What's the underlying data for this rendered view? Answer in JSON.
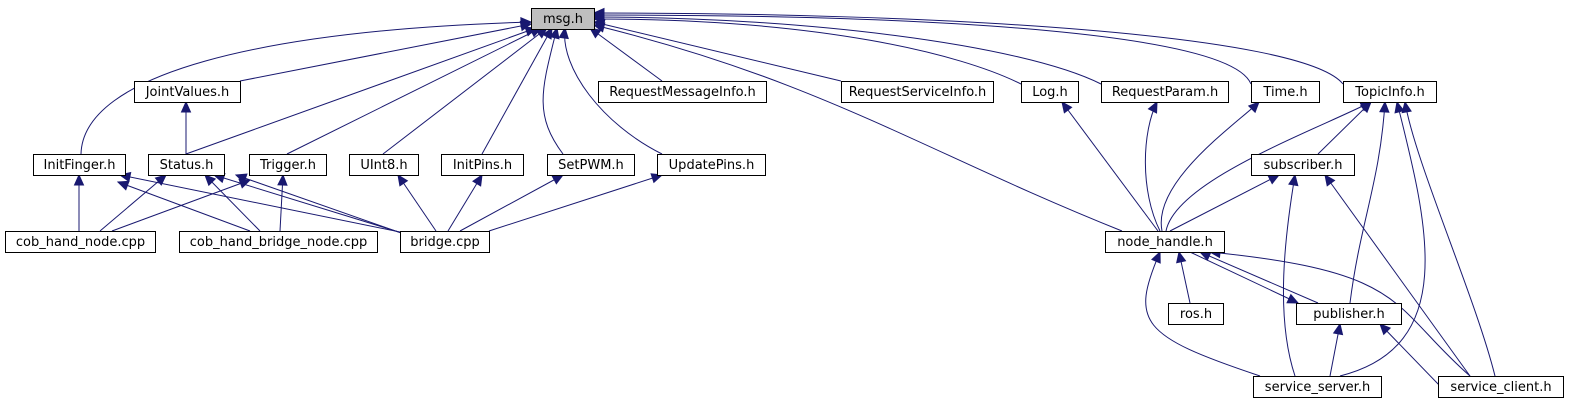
{
  "graph": {
    "root": "msg.h",
    "nodes": [
      {
        "id": "msg",
        "label": "msg.h",
        "root": true
      },
      {
        "id": "jointvalues",
        "label": "JointValues.h"
      },
      {
        "id": "reqmsginfo",
        "label": "RequestMessageInfo.h"
      },
      {
        "id": "reqsrvinfo",
        "label": "RequestServiceInfo.h"
      },
      {
        "id": "log",
        "label": "Log.h"
      },
      {
        "id": "reqparam",
        "label": "RequestParam.h"
      },
      {
        "id": "time",
        "label": "Time.h"
      },
      {
        "id": "topicinfo",
        "label": "TopicInfo.h"
      },
      {
        "id": "initfinger",
        "label": "InitFinger.h"
      },
      {
        "id": "status",
        "label": "Status.h"
      },
      {
        "id": "trigger",
        "label": "Trigger.h"
      },
      {
        "id": "uint8",
        "label": "UInt8.h"
      },
      {
        "id": "initpins",
        "label": "InitPins.h"
      },
      {
        "id": "setpwm",
        "label": "SetPWM.h"
      },
      {
        "id": "updatepins",
        "label": "UpdatePins.h"
      },
      {
        "id": "subscriber",
        "label": "subscriber.h"
      },
      {
        "id": "cobhandnode",
        "label": "cob_hand_node.cpp"
      },
      {
        "id": "cobhandbridge",
        "label": "cob_hand_bridge_node.cpp"
      },
      {
        "id": "bridge",
        "label": "bridge.cpp"
      },
      {
        "id": "nodehandle",
        "label": "node_handle.h"
      },
      {
        "id": "ros",
        "label": "ros.h"
      },
      {
        "id": "publisher",
        "label": "publisher.h"
      },
      {
        "id": "serviceserver",
        "label": "service_server.h"
      },
      {
        "id": "serviceclient",
        "label": "service_client.h"
      }
    ],
    "edges": [
      {
        "from": "initfinger",
        "to": "msg"
      },
      {
        "from": "jointvalues",
        "to": "msg"
      },
      {
        "from": "status",
        "to": "msg"
      },
      {
        "from": "trigger",
        "to": "msg"
      },
      {
        "from": "uint8",
        "to": "msg"
      },
      {
        "from": "initpins",
        "to": "msg"
      },
      {
        "from": "setpwm",
        "to": "msg"
      },
      {
        "from": "updatepins",
        "to": "msg"
      },
      {
        "from": "reqmsginfo",
        "to": "msg"
      },
      {
        "from": "nodehandle",
        "to": "msg"
      },
      {
        "from": "reqsrvinfo",
        "to": "msg"
      },
      {
        "from": "log",
        "to": "msg"
      },
      {
        "from": "reqparam",
        "to": "msg"
      },
      {
        "from": "time",
        "to": "msg"
      },
      {
        "from": "topicinfo",
        "to": "msg"
      },
      {
        "from": "status",
        "to": "jointvalues"
      },
      {
        "from": "cobhandnode",
        "to": "initfinger"
      },
      {
        "from": "cobhandbridge",
        "to": "initfinger"
      },
      {
        "from": "bridge",
        "to": "initfinger"
      },
      {
        "from": "cobhandnode",
        "to": "status"
      },
      {
        "from": "cobhandbridge",
        "to": "status"
      },
      {
        "from": "bridge",
        "to": "status"
      },
      {
        "from": "cobhandnode",
        "to": "trigger"
      },
      {
        "from": "cobhandbridge",
        "to": "trigger"
      },
      {
        "from": "bridge",
        "to": "trigger"
      },
      {
        "from": "bridge",
        "to": "uint8"
      },
      {
        "from": "bridge",
        "to": "initpins"
      },
      {
        "from": "bridge",
        "to": "setpwm"
      },
      {
        "from": "bridge",
        "to": "updatepins"
      },
      {
        "from": "nodehandle",
        "to": "log"
      },
      {
        "from": "nodehandle",
        "to": "reqparam"
      },
      {
        "from": "nodehandle",
        "to": "time"
      },
      {
        "from": "nodehandle",
        "to": "topicinfo"
      },
      {
        "from": "subscriber",
        "to": "topicinfo"
      },
      {
        "from": "publisher",
        "to": "topicinfo"
      },
      {
        "from": "serviceserver",
        "to": "topicinfo"
      },
      {
        "from": "serviceclient",
        "to": "topicinfo"
      },
      {
        "from": "nodehandle",
        "to": "subscriber"
      },
      {
        "from": "serviceserver",
        "to": "subscriber"
      },
      {
        "from": "serviceclient",
        "to": "subscriber"
      },
      {
        "from": "ros",
        "to": "nodehandle"
      },
      {
        "from": "publisher",
        "to": "nodehandle"
      },
      {
        "from": "nodehandle",
        "to": "publisher"
      },
      {
        "from": "serviceserver",
        "to": "nodehandle"
      },
      {
        "from": "serviceclient",
        "to": "nodehandle"
      },
      {
        "from": "serviceserver",
        "to": "publisher"
      },
      {
        "from": "serviceclient",
        "to": "publisher"
      }
    ]
  },
  "colors": {
    "edge": "#191970",
    "node_border": "#000000",
    "node_fill": "#ffffff",
    "root_fill": "#bfbfbf",
    "background": "#ffffff"
  }
}
